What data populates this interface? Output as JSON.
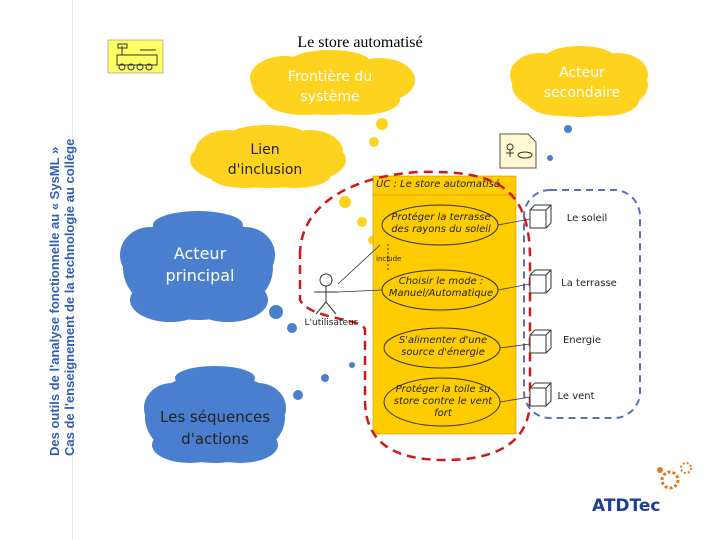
{
  "title": "Le store automatisé",
  "sidebar": {
    "line1": "Des outils de l'analyse fonctionnelle au « SysML »",
    "line2": "Cas de l'enseignement de la technologie au collège"
  },
  "callouts": {
    "frontiere": "Frontière du système",
    "secondaire": "Acteur secondaire",
    "inclusion": "Lien d'inclusion",
    "principal": "Acteur principal",
    "sequences": "Les séquences d'actions"
  },
  "system": {
    "title": "UC : Le store automatisé",
    "include_label": "include",
    "use_cases": [
      "Protéger la terrasse des rayons du soleil",
      "Choisir le mode : Manuel/Automatique",
      "S'alimenter d'une source d'énergie",
      "Protéger la toile su store contre le vent fort"
    ]
  },
  "actor": {
    "label": "L'utilisateur"
  },
  "secondary_actors": [
    "Le soleil",
    "La terrasse",
    "Energie",
    "Le vent"
  ],
  "logo": {
    "text": "ATDTec"
  },
  "colors": {
    "yellow_cloud": "#ffd21e",
    "blue_cloud": "#4a7fd0",
    "system_box": "#ffcc00",
    "red_dash": "#d01818",
    "blue_dash": "#5a6fb8"
  }
}
